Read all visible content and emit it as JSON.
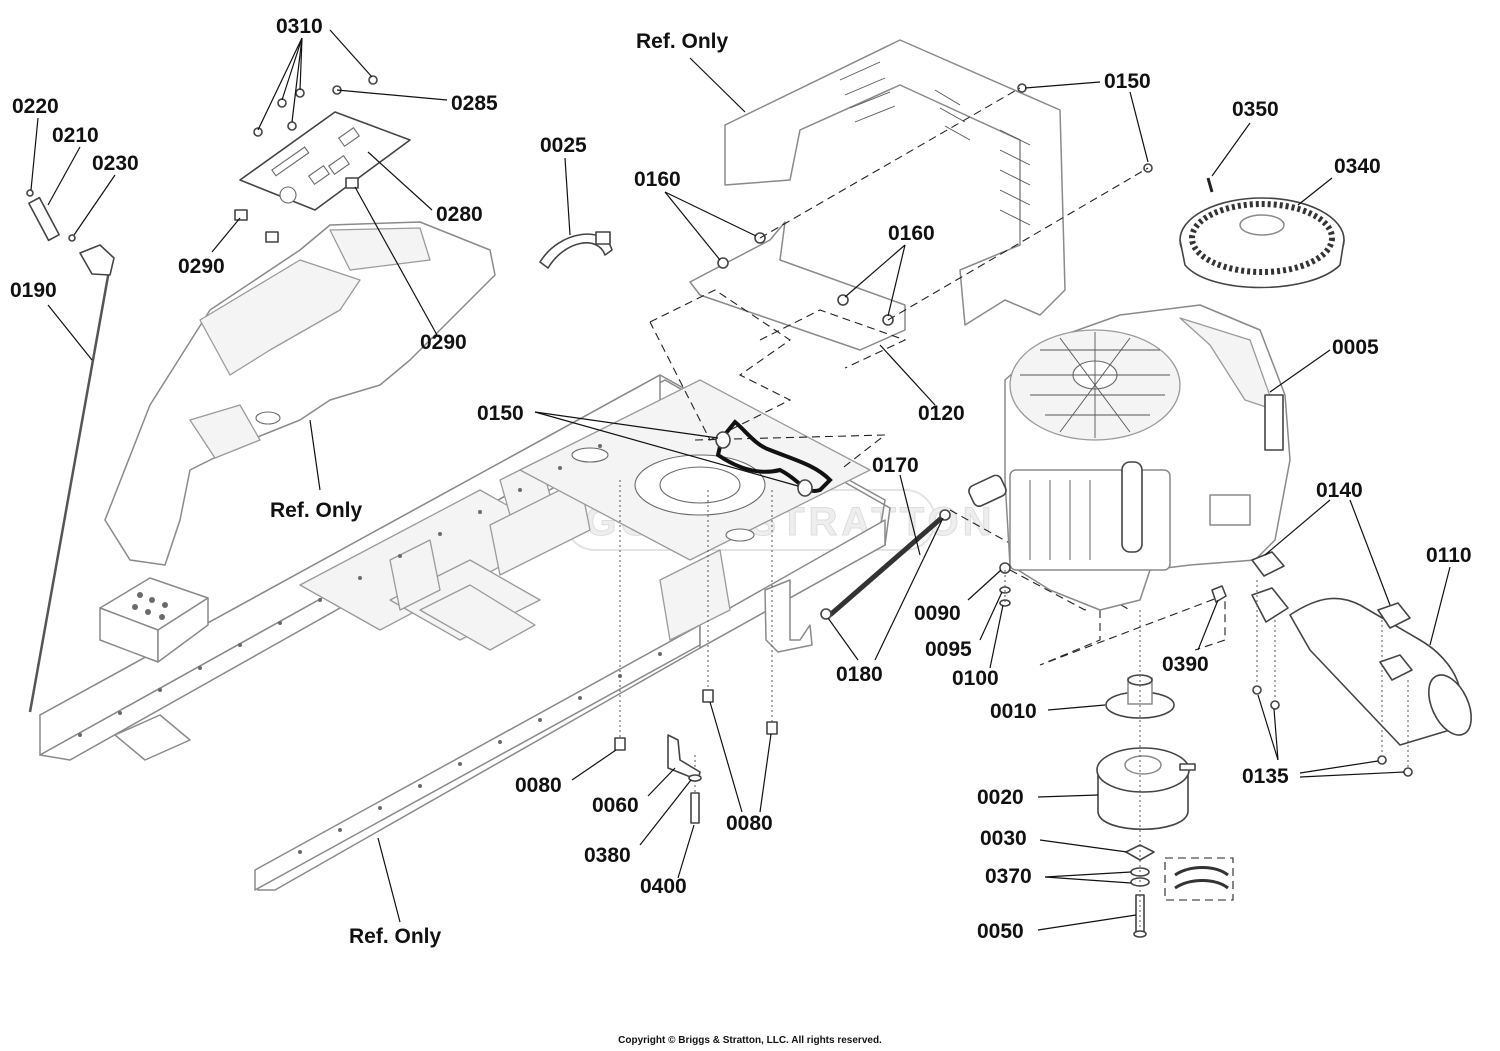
{
  "diagram": {
    "watermark": "BRIGGS & STRATTON",
    "copyright": "Copyright © Briggs & Stratton, LLC. All rights reserved.",
    "callouts": [
      "0310",
      "0285",
      "0220",
      "0210",
      "0230",
      "0280",
      "0290",
      "0290",
      "0190",
      "Ref. Only",
      "0025",
      "Ref. Only",
      "0150",
      "0160",
      "0160",
      "0120",
      "0150",
      "0170",
      "0350",
      "0340",
      "0005",
      "0140",
      "0110",
      "0090",
      "0095",
      "0100",
      "0180",
      "0390",
      "0010",
      "0020",
      "0030",
      "0370",
      "0050",
      "0135",
      "0080",
      "0060",
      "0380",
      "0400",
      "0080",
      "Ref. Only"
    ]
  }
}
